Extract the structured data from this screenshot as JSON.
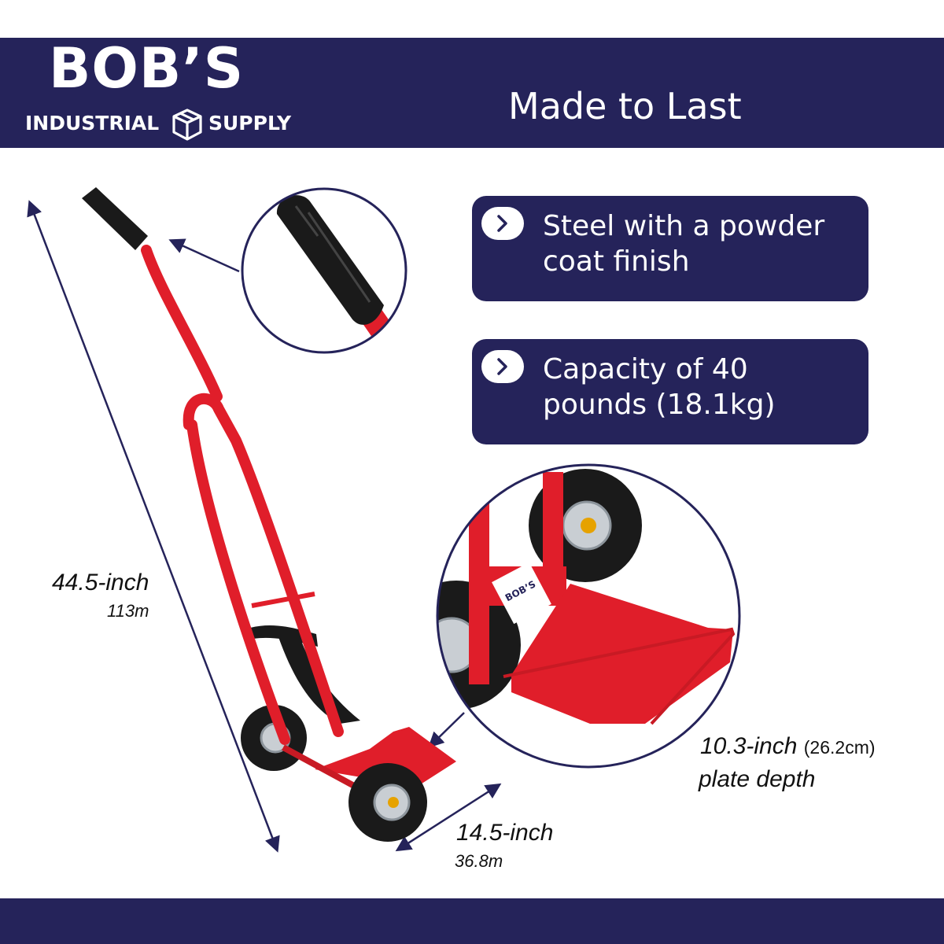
{
  "brand": {
    "name": "BOB’S",
    "sub_left": "INDUSTRIAL",
    "sub_right": "SUPPLY",
    "box_icon": "cardboard-box-icon"
  },
  "tagline": "Made to Last",
  "features": [
    {
      "icon": "chevron-right-icon",
      "line1": "Steel with a powder",
      "line2": "coat finish"
    },
    {
      "icon": "chevron-right-icon",
      "line1": "Capacity of 40",
      "line2": "pounds (18.1kg)"
    }
  ],
  "dimensions": {
    "height_main": "44.5-inch",
    "height_sub": "113m",
    "width_main": "14.5-inch",
    "width_sub": "36.8m",
    "depth_main": "10.3-inch",
    "depth_metric": "(26.2cm)",
    "depth_label": "plate depth"
  },
  "plate_logo": "BOB’S",
  "colors": {
    "navy": "#25235a",
    "frame_red": "#e01e2a",
    "grip_black": "#1a1a1a"
  }
}
